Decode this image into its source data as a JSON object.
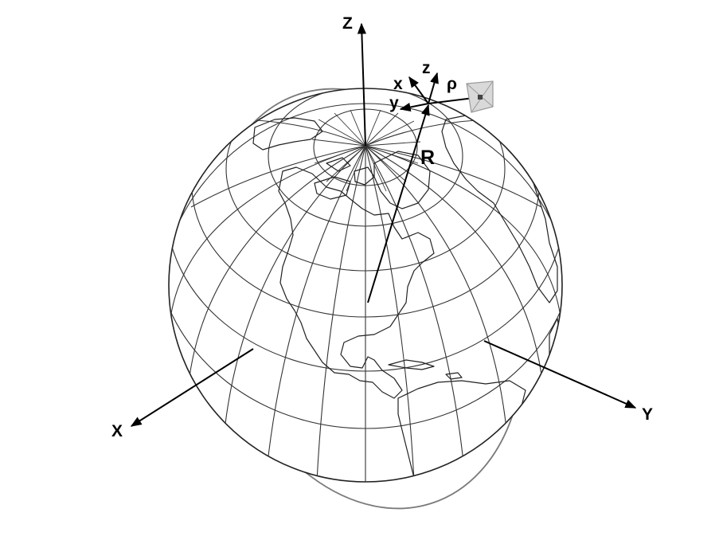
{
  "labels": {
    "earth_z": "Z",
    "earth_x": "X",
    "earth_y": "Y",
    "local_z": "z",
    "local_x": "x",
    "local_y": "y",
    "rho": "ρ",
    "radius": "R"
  },
  "colors": {
    "line": "#000000",
    "grid": "#333333",
    "orbit": "#7a7a7a",
    "satellite_fill": "#d9d9d9",
    "satellite_stroke": "#9a9a9a"
  },
  "icons": {
    "satellite": "satellite-icon",
    "globe": "earth-globe-icon"
  }
}
